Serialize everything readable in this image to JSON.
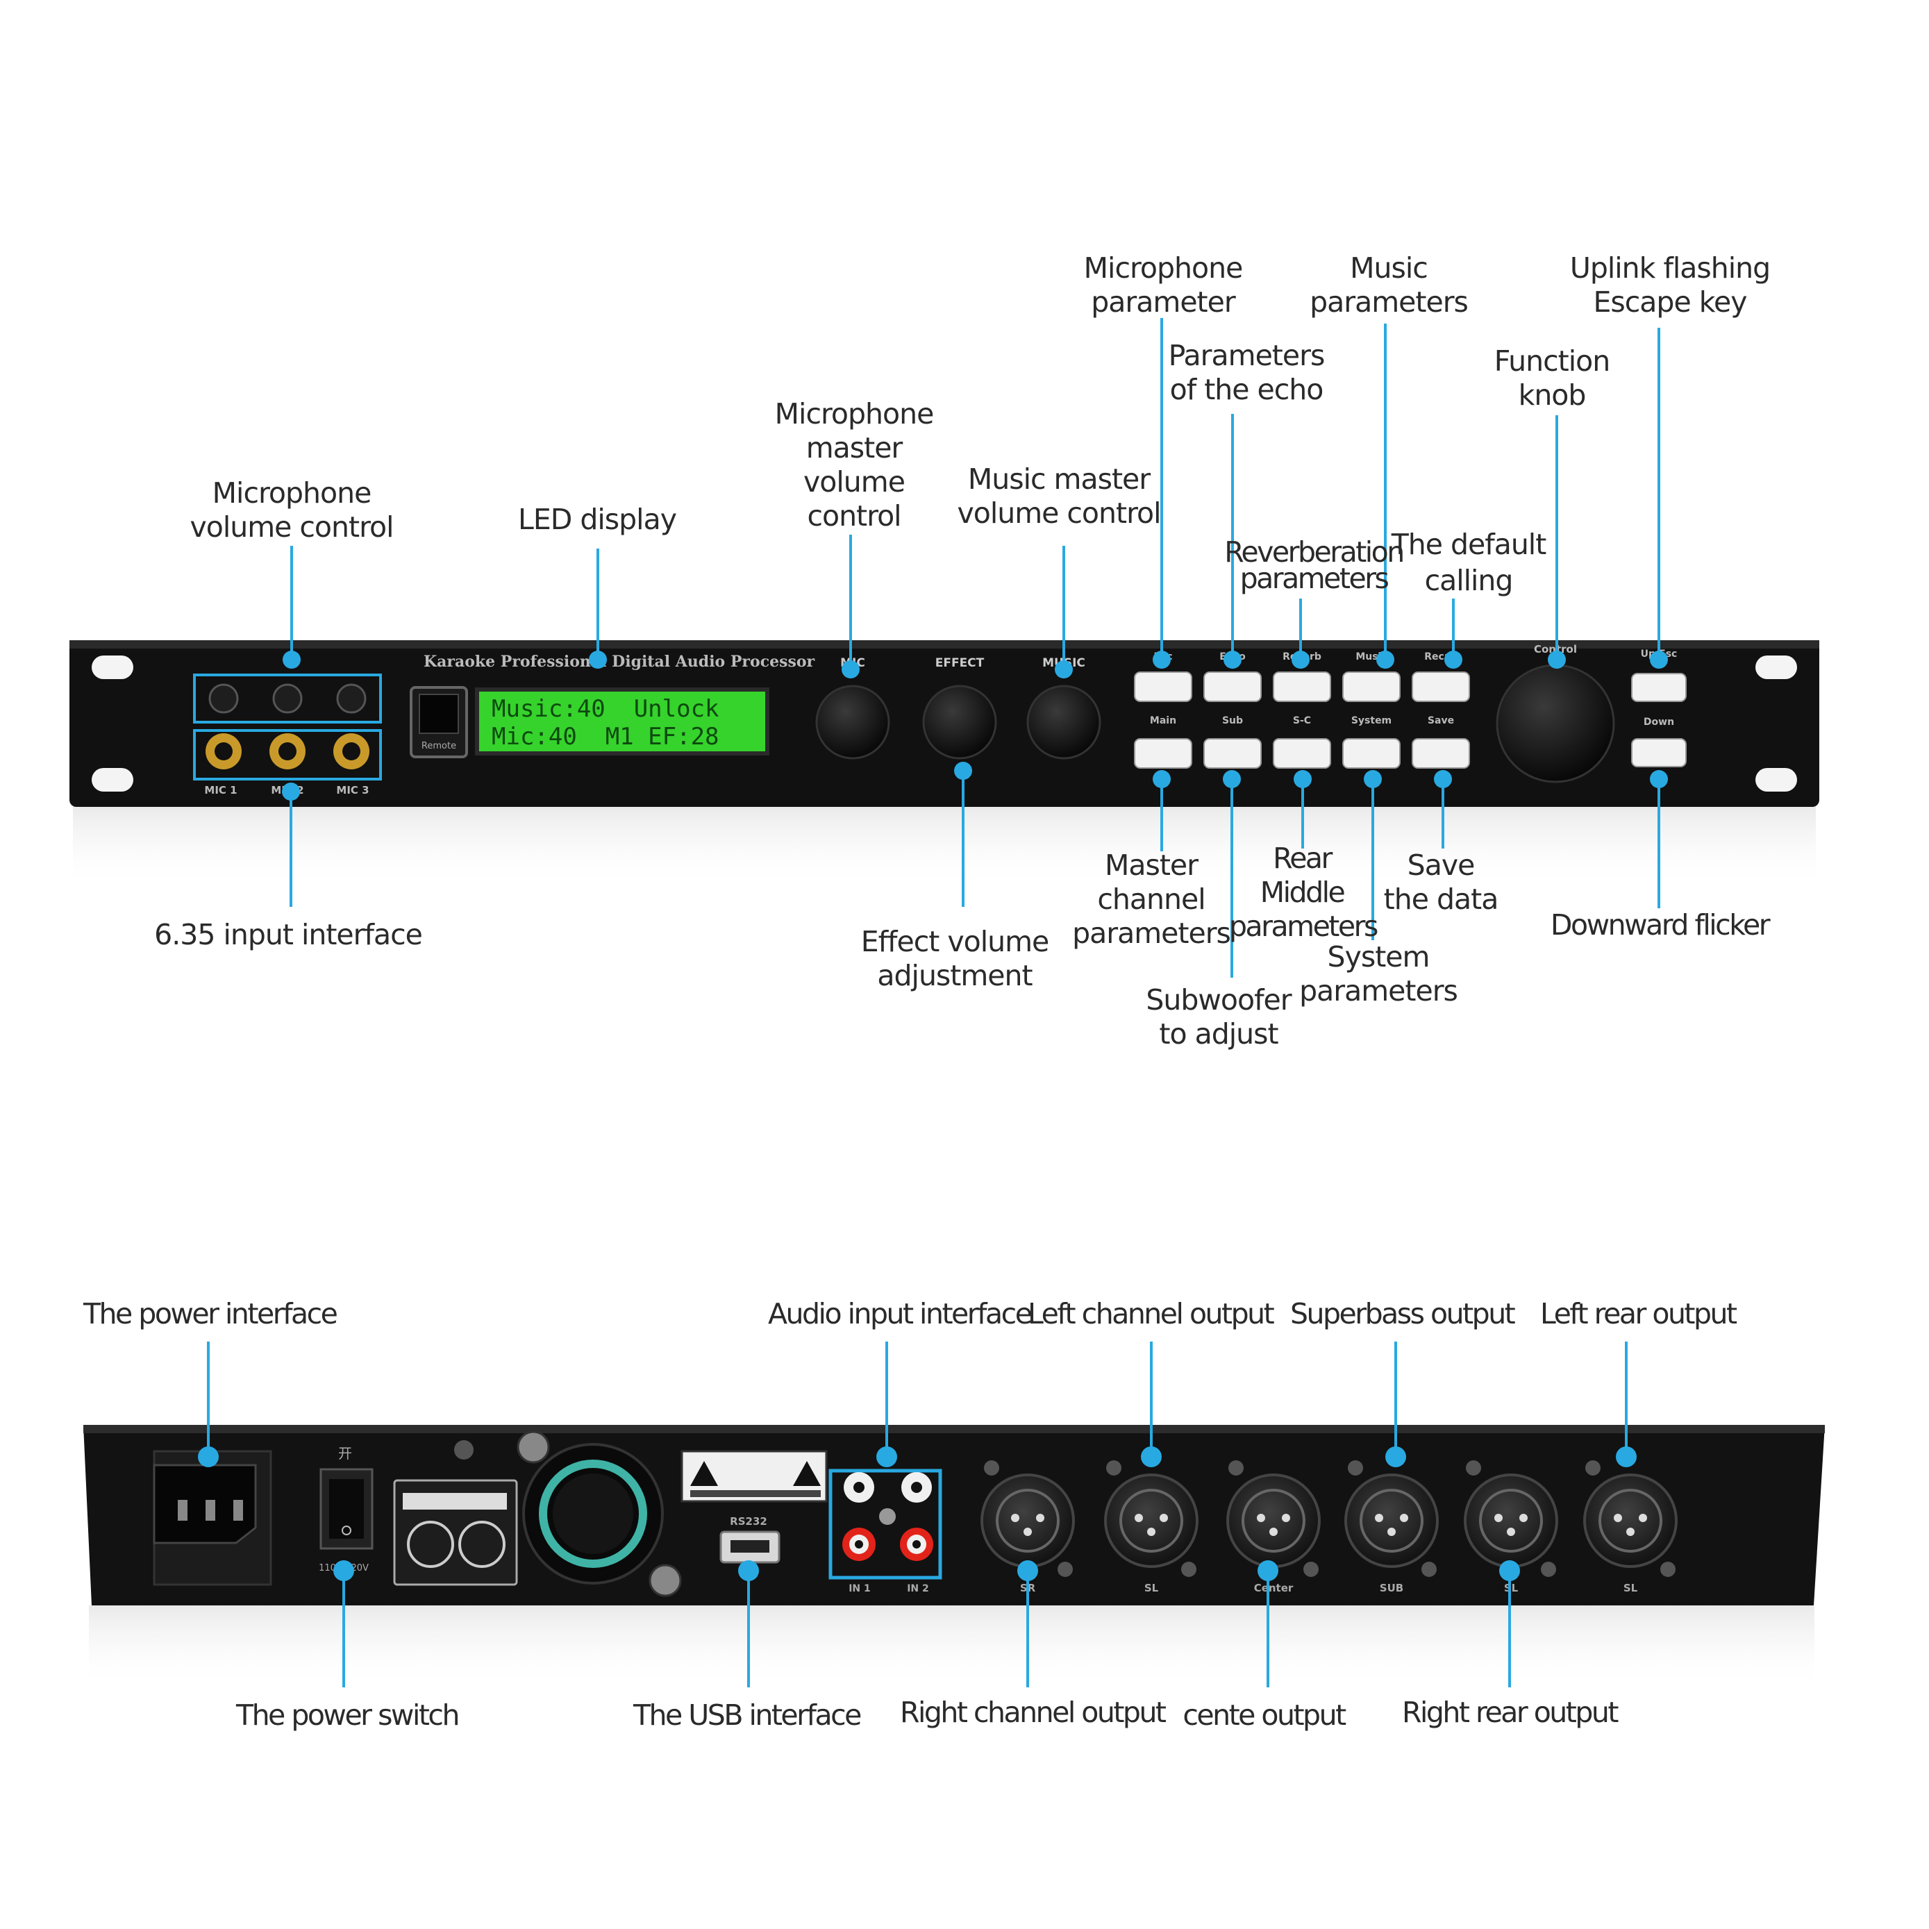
{
  "front_panel": {
    "brand_text": "Karaoke Professional Digital Audio Processor",
    "lcd": {
      "line1": "Music:40  Unlock",
      "line2": "Mic:40  M1 EF:28"
    },
    "knob_labels": [
      "MIC",
      "EFFECT",
      "MUSIC"
    ],
    "remote_label": "Remote",
    "mic_jack_labels": [
      "MIC 1",
      "MIC 2",
      "MIC 3"
    ],
    "top_button_labels": [
      "Mic",
      "Echo",
      "Reverb",
      "Music",
      "Recall"
    ],
    "bottom_button_labels": [
      "Main",
      "Sub",
      "S-C",
      "System",
      "Save"
    ],
    "control_label": "Control",
    "side_button_labels": [
      "Up/Esc",
      "Down"
    ]
  },
  "rear_panel": {
    "switch_label": "开",
    "voltage_label": "110V/220V",
    "usb_label": "RS232",
    "input_labels": [
      "IN 1",
      "IN 2"
    ],
    "output_labels": [
      "SR",
      "SL",
      " Center",
      "SUB",
      "SL",
      "SL"
    ]
  },
  "front_annotations": {
    "mic_volume": [
      "Microphone",
      "volume control"
    ],
    "led_display": [
      "LED display"
    ],
    "mic_master": [
      "Microphone",
      "master",
      "volume",
      "control"
    ],
    "music_master": [
      "Music master",
      "volume control"
    ],
    "mic_param": [
      "Microphone",
      "parameter"
    ],
    "echo_param": [
      "Parameters",
      "of the echo"
    ],
    "music_param": [
      "Music",
      "parameters"
    ],
    "reverb_param": [
      "Reverberation",
      "parameters"
    ],
    "default_calling": [
      "The default",
      "calling"
    ],
    "function_knob": [
      "Function",
      "knob"
    ],
    "uplink": [
      "Uplink flashing",
      "Escape key"
    ],
    "input_635": [
      "6.35 input interface"
    ],
    "effect_volume": [
      "Effect volume",
      "adjustment"
    ],
    "master_channel": [
      "Master",
      "channel",
      "parameters"
    ],
    "subwoofer": [
      "Subwoofer",
      "to adjust"
    ],
    "rear_middle": [
      "Rear",
      "Middle",
      "parameters"
    ],
    "system_param": [
      "System",
      "parameters"
    ],
    "save_data": [
      "Save",
      "the data"
    ],
    "downward": [
      "Downward flicker"
    ]
  },
  "rear_annotations": {
    "power_interface": [
      "The power interface"
    ],
    "audio_input": [
      "Audio input interface"
    ],
    "left_channel": [
      "Left channel output"
    ],
    "superbass": [
      "Superbass output"
    ],
    "left_rear": [
      "Left rear output"
    ],
    "power_switch": [
      "The power switch"
    ],
    "usb": [
      "The USB interface"
    ],
    "right_channel": [
      "Right channel output"
    ],
    "center": [
      "cente output"
    ],
    "right_rear": [
      "Right rear output"
    ]
  },
  "colors": {
    "accent": "#29a9e1",
    "chassis": "#101010",
    "lcd": "#36d32c"
  }
}
